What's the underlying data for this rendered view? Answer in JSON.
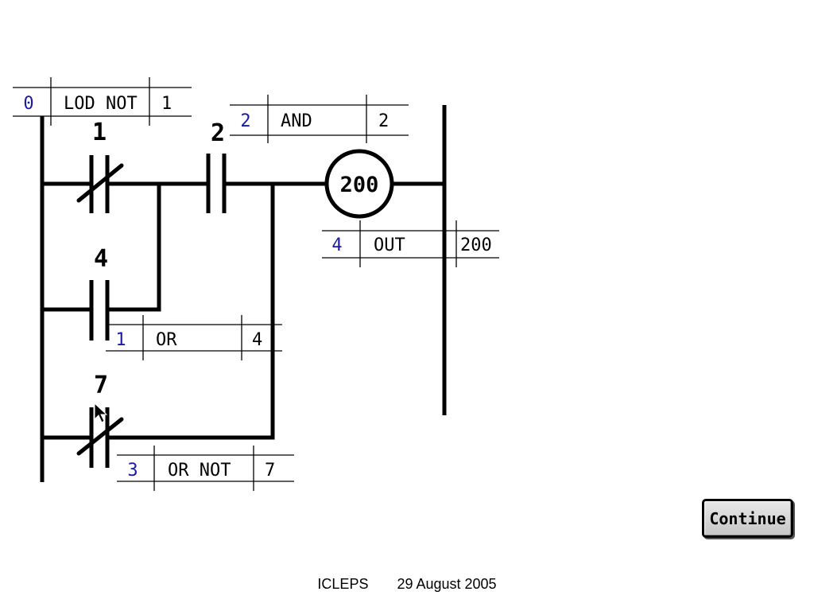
{
  "diagram": {
    "contacts": [
      {
        "id": "c1",
        "label": "1",
        "type": "normally-closed"
      },
      {
        "id": "c2",
        "label": "2",
        "type": "normally-open"
      },
      {
        "id": "c4",
        "label": "4",
        "type": "normally-open"
      },
      {
        "id": "c7",
        "label": "7",
        "type": "normally-closed"
      }
    ],
    "coil": {
      "label": "200"
    },
    "instructions": [
      {
        "step": "0",
        "op": "LOD NOT",
        "operand": "1"
      },
      {
        "step": "2",
        "op": "AND",
        "operand": "2"
      },
      {
        "step": "4",
        "op": "OUT",
        "operand": "200"
      },
      {
        "step": "1",
        "op": "OR",
        "operand": "4"
      },
      {
        "step": "3",
        "op": "OR NOT",
        "operand": "7"
      }
    ]
  },
  "controls": {
    "continue_label": "Continue"
  },
  "footer": {
    "title": "ICLEPS",
    "date": "29 August 2005"
  }
}
